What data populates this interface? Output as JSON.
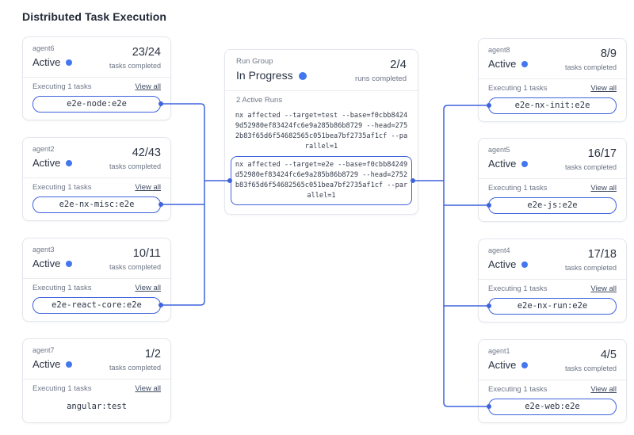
{
  "page": {
    "title": "Distributed Task Execution"
  },
  "colors": {
    "accent": "#3e63dd",
    "status_dot": "#4377ee"
  },
  "labels": {
    "tasks_completed": "tasks completed",
    "executing": "Executing 1 tasks",
    "view_all": "View all"
  },
  "run_group": {
    "label": "Run Group",
    "status": "In Progress",
    "count": "2/4",
    "count_caption": "runs completed",
    "active_runs_label": "2 Active Runs",
    "commands": [
      {
        "text": "nx affected --target=test --base=f0cbb84249d52980ef83424fc6e9a285b86b8729 --head=2752b83f65d6f54682565c051bea7bf2735af1cf --parallel=1",
        "highlighted": false
      },
      {
        "text": "nx affected --target=e2e --base=f0cbb84249d52980ef83424fc6e9a285b86b8729 --head=2752b83f65d6f54682565c051bea7bf2735af1cf --parallel=1",
        "highlighted": true
      }
    ]
  },
  "agents_left": [
    {
      "name": "agent6",
      "status": "Active",
      "count": "23/24",
      "task": "e2e-node:e2e",
      "task_pill": true
    },
    {
      "name": "agent2",
      "status": "Active",
      "count": "42/43",
      "task": "e2e-nx-misc:e2e",
      "task_pill": true
    },
    {
      "name": "agent3",
      "status": "Active",
      "count": "10/11",
      "task": "e2e-react-core:e2e",
      "task_pill": true
    },
    {
      "name": "agent7",
      "status": "Active",
      "count": "1/2",
      "task": "angular:test",
      "task_pill": false
    }
  ],
  "agents_right": [
    {
      "name": "agent8",
      "status": "Active",
      "count": "8/9",
      "task": "e2e-nx-init:e2e",
      "task_pill": true
    },
    {
      "name": "agent5",
      "status": "Active",
      "count": "16/17",
      "task": "e2e-js:e2e",
      "task_pill": true
    },
    {
      "name": "agent4",
      "status": "Active",
      "count": "17/18",
      "task": "e2e-nx-run:e2e",
      "task_pill": true
    },
    {
      "name": "agent1",
      "status": "Active",
      "count": "4/5",
      "task": "e2e-web:e2e",
      "task_pill": true
    }
  ]
}
